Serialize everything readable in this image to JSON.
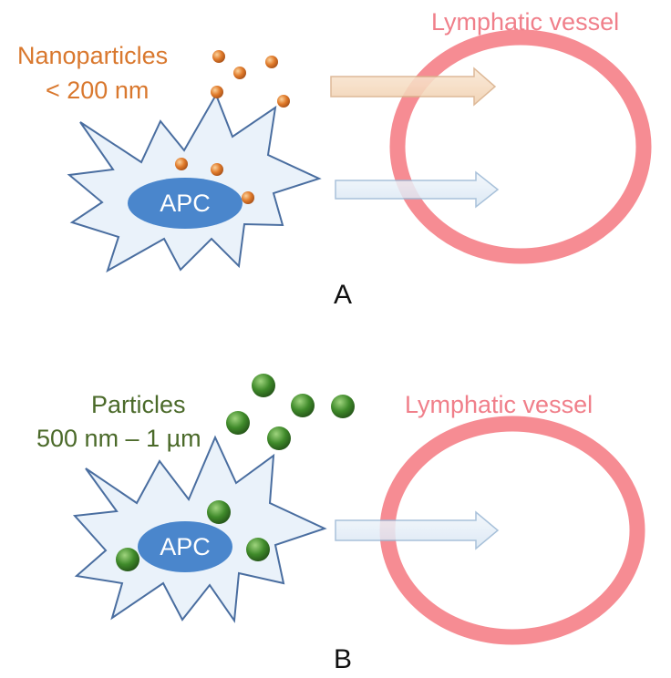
{
  "panel_a": {
    "particle_label_line1": "Nanoparticles",
    "particle_label_line2": "< 200 nm",
    "apc_label": "APC",
    "vessel_label": "Lymphatic vessel",
    "panel_letter": "A",
    "particle_color": "#e0782a"
  },
  "panel_b": {
    "particle_label_line1": "Particles",
    "particle_label_line2": "500 nm – 1 µm",
    "apc_label": "APC",
    "vessel_label": "Lymphatic vessel",
    "panel_letter": "B",
    "particle_color": "#3f8a2a"
  },
  "colors": {
    "vessel": "#f5868d",
    "apc_nucleus": "#4a86cc",
    "cell_body": "#eaf2fa",
    "cell_outline": "#4a6ea0"
  }
}
